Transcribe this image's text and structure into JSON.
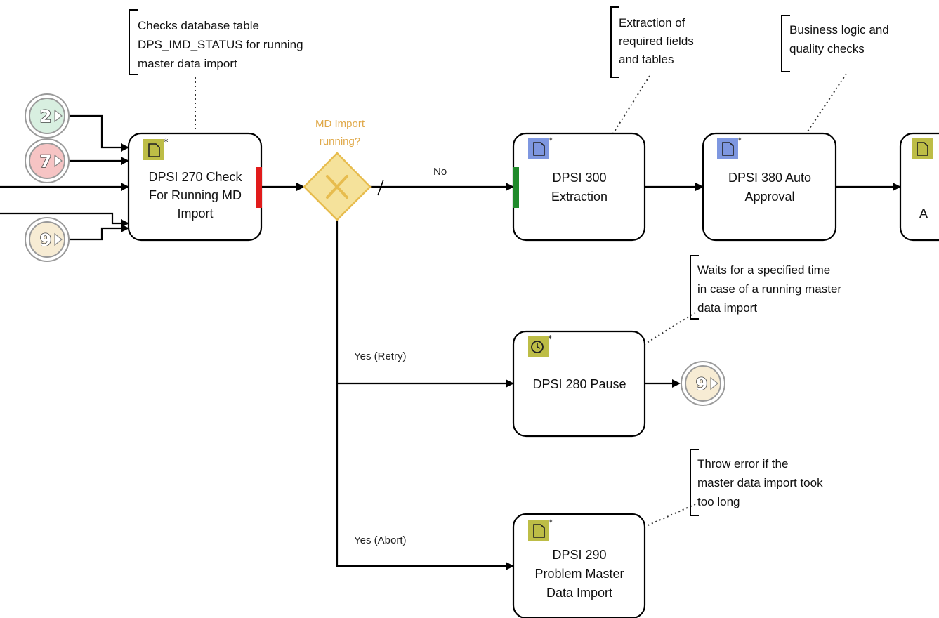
{
  "diagram": {
    "tasks": [
      {
        "id": "dpsi270",
        "label_lines": [
          "DPSI 270 Check",
          "For Running MD",
          "Import"
        ],
        "icon": "script-task-icon"
      },
      {
        "id": "dpsi300",
        "label_lines": [
          "DPSI 300",
          "Extraction"
        ],
        "icon": "script-task-icon"
      },
      {
        "id": "dpsi380",
        "label_lines": [
          "DPSI 380 Auto",
          "Approval"
        ],
        "icon": "script-task-icon"
      },
      {
        "id": "partial",
        "label_lines": [
          "A"
        ],
        "icon": "script-task-icon"
      },
      {
        "id": "dpsi280",
        "label_lines": [
          "DPSI 280 Pause"
        ],
        "icon": "timer-task-icon"
      },
      {
        "id": "dpsi290",
        "label_lines": [
          "DPSI 290",
          "Problem Master",
          "Data Import"
        ],
        "icon": "script-task-icon"
      }
    ],
    "gateway": {
      "label_lines": [
        "MD Import",
        "running?"
      ]
    },
    "flow_labels": {
      "no": "No",
      "retry": "Yes (Retry)",
      "abort": "Yes (Abort)"
    },
    "link_events": [
      {
        "number": "2",
        "color": "#d8efe0"
      },
      {
        "number": "7",
        "color": "#f6c4c4"
      },
      {
        "number": "9",
        "color": "#f7ecd4"
      },
      {
        "number": "9",
        "color": "#f7ecd4"
      }
    ],
    "annotations": [
      {
        "id": "note270",
        "lines": [
          "Checks database table",
          "DPS_IMD_STATUS for running",
          "master data import"
        ]
      },
      {
        "id": "note300",
        "lines": [
          "Extraction of",
          "required fields",
          "and tables"
        ]
      },
      {
        "id": "note380",
        "lines": [
          "Business logic and",
          "quality checks"
        ]
      },
      {
        "id": "note280",
        "lines": [
          "Waits for a specified time",
          "in case of a running master",
          "data import"
        ]
      },
      {
        "id": "note290",
        "lines": [
          "Throw error if the",
          "master data import took",
          "too long"
        ]
      }
    ],
    "colors": {
      "script_icon": "#bdbd46",
      "blue_icon": "#7e97e0",
      "gateway_fill": "#f5e29b",
      "gateway_stroke": "#e7bc4e",
      "error_boundary": "#e11b1b",
      "start_boundary": "#1f8a2a"
    }
  }
}
